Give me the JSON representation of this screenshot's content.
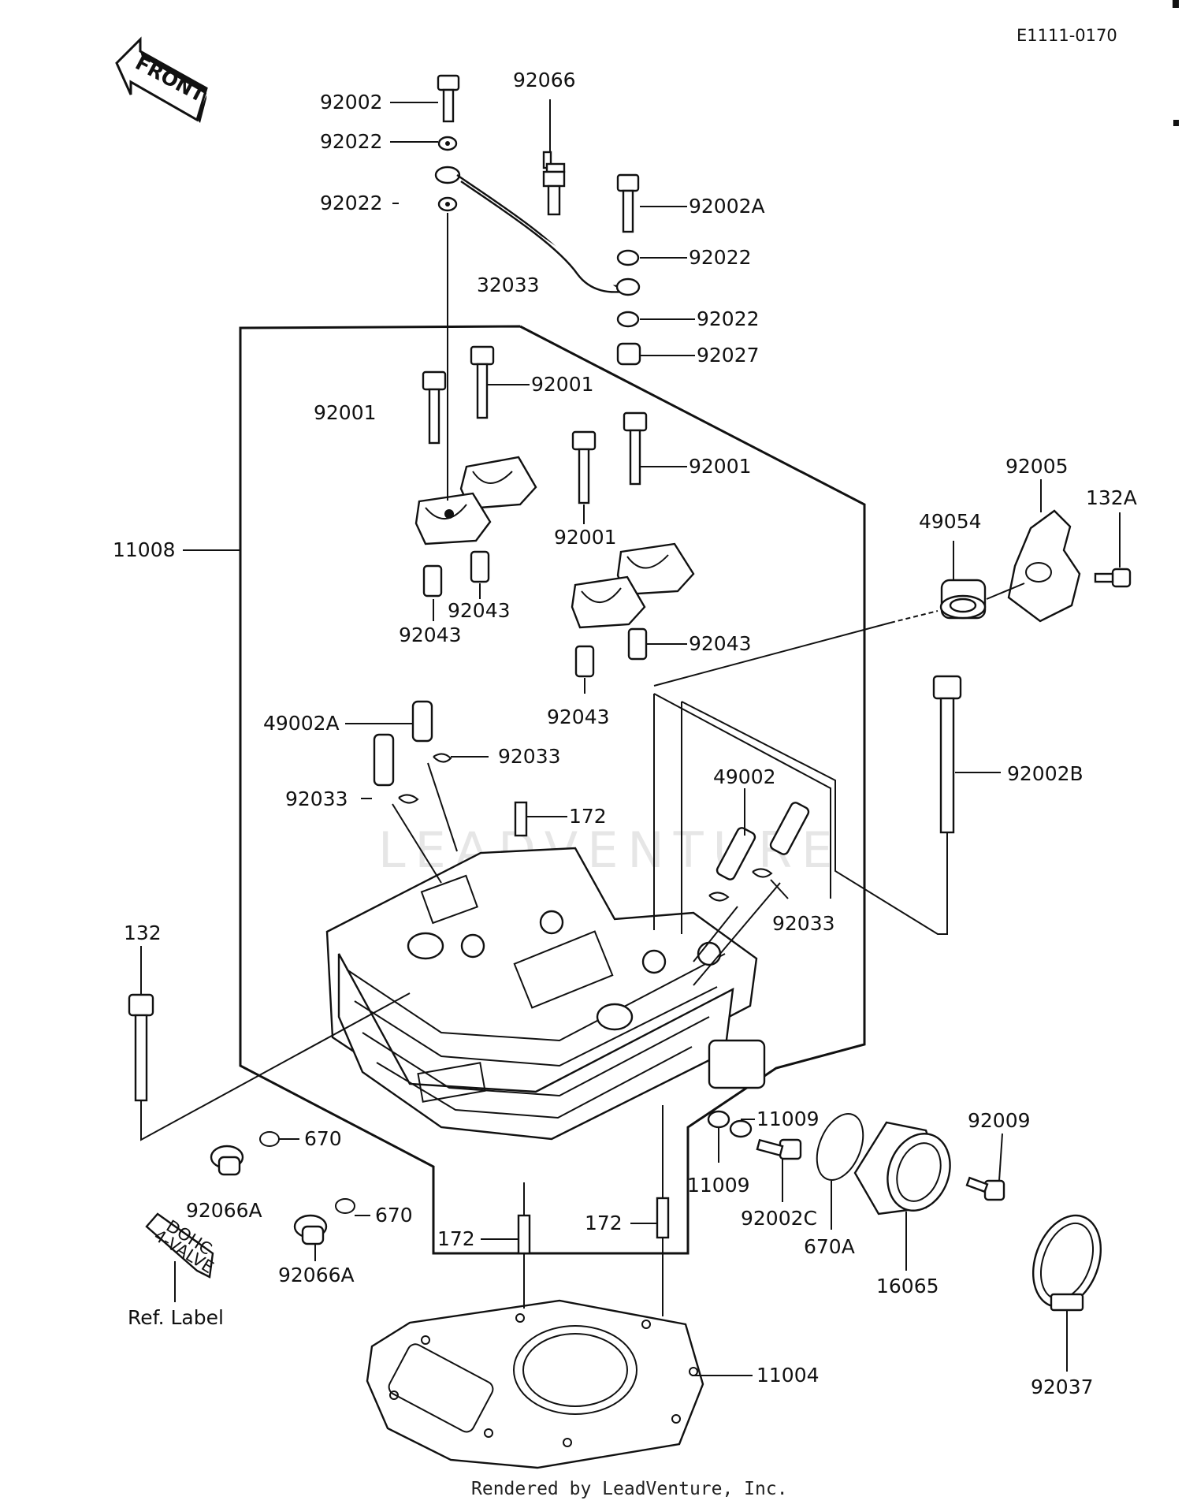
{
  "diagram_id": "E1111-0170",
  "front_label": "FRONT",
  "footer": "Rendered by LeadVenture, Inc.",
  "watermark": "LEADVENTURE",
  "ref_label": {
    "caption": "Ref. Label",
    "line1": "DOHC",
    "line2": "4-VALVE"
  },
  "callouts": {
    "c_92002": "92002",
    "c_92022_a": "92022",
    "c_92066": "92066",
    "c_92022_b": "92022",
    "c_92002A": "92002A",
    "c_92022_c": "92022",
    "c_32033": "32033",
    "c_92022_d": "92022",
    "c_92027": "92027",
    "c_92001_a": "92001",
    "c_92001_b": "92001",
    "c_92001_c": "92001",
    "c_92001_d": "92001",
    "c_92005": "92005",
    "c_132A": "132A",
    "c_49054": "49054",
    "c_11008": "11008",
    "c_92043_a": "92043",
    "c_92043_b": "92043",
    "c_92043_c": "92043",
    "c_92043_d": "92043",
    "c_49002A": "49002A",
    "c_92033_a": "92033",
    "c_92033_b": "92033",
    "c_172_a": "172",
    "c_49002": "49002",
    "c_92002B": "92002B",
    "c_92033_c": "92033",
    "c_132": "132",
    "c_670_a": "670",
    "c_11009_a": "11009",
    "c_92009": "92009",
    "c_92066A_a": "92066A",
    "c_670_b": "670",
    "c_11009_b": "11009",
    "c_172_b": "172",
    "c_172_c": "172",
    "c_92002C": "92002C",
    "c_670A": "670A",
    "c_92066A_b": "92066A",
    "c_16065": "16065",
    "c_92037": "92037",
    "c_11004": "11004"
  }
}
